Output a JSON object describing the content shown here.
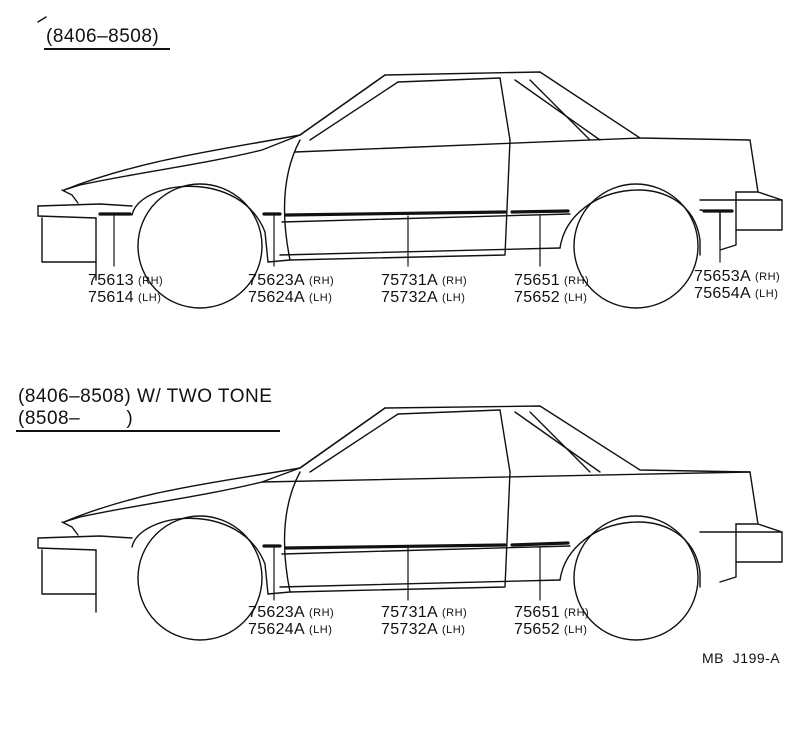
{
  "diagram1": {
    "header": "(8406–8508)",
    "parts": [
      {
        "num": "75613",
        "side": "(RH)"
      },
      {
        "num": "75614",
        "side": "(LH)"
      },
      {
        "num": "75623A",
        "side": "(RH)"
      },
      {
        "num": "75624A",
        "side": "(LH)"
      },
      {
        "num": "75731A",
        "side": "(RH)"
      },
      {
        "num": "75732A",
        "side": "(LH)"
      },
      {
        "num": "75651",
        "side": "(RH)"
      },
      {
        "num": "75652",
        "side": "(LH)"
      },
      {
        "num": "75653A",
        "side": "(RH)"
      },
      {
        "num": "75654A",
        "side": "(LH)"
      }
    ]
  },
  "diagram2": {
    "header_line1": "(8406–8508) W/ TWO  TONE",
    "header_line2": "(8508–        )",
    "parts": [
      {
        "num": "75623A",
        "side": "(RH)"
      },
      {
        "num": "75624A",
        "side": "(LH)"
      },
      {
        "num": "75731A",
        "side": "(RH)"
      },
      {
        "num": "75732A",
        "side": "(LH)"
      },
      {
        "num": "75651",
        "side": "(RH)"
      },
      {
        "num": "75652",
        "side": "(LH)"
      }
    ]
  },
  "footer_code": "MB  J199-A"
}
